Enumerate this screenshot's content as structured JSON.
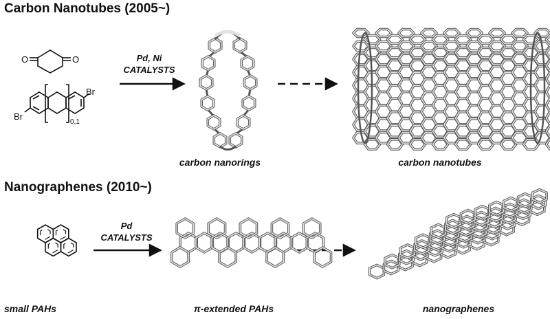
{
  "sections": {
    "top": {
      "title": "Carbon Nanotubes (2005~)",
      "reagent_ketone": {
        "atom_left": "O",
        "atom_right": "O"
      },
      "reagent_dibromo": {
        "atom_top": "Br",
        "atom_bottom": "Br",
        "repeat_subscript": "0,1"
      },
      "arrow": {
        "line1": "Pd, Ni",
        "line2": "CATALYSTS"
      },
      "captions": {
        "nanorings": "carbon nanorings",
        "nanotubes": "carbon nanotubes"
      }
    },
    "bottom": {
      "title": "Nanographenes (2010~)",
      "arrow": {
        "line1": "Pd",
        "line2": "CATALYSTS"
      },
      "captions": {
        "small": "small PAHs",
        "extended": "π-extended PAHs",
        "nanographenes": "nanographenes"
      }
    }
  },
  "colors": {
    "ink": "#111111",
    "tube_stroke": "#555555",
    "tube_fill": "#e2e2e2"
  }
}
